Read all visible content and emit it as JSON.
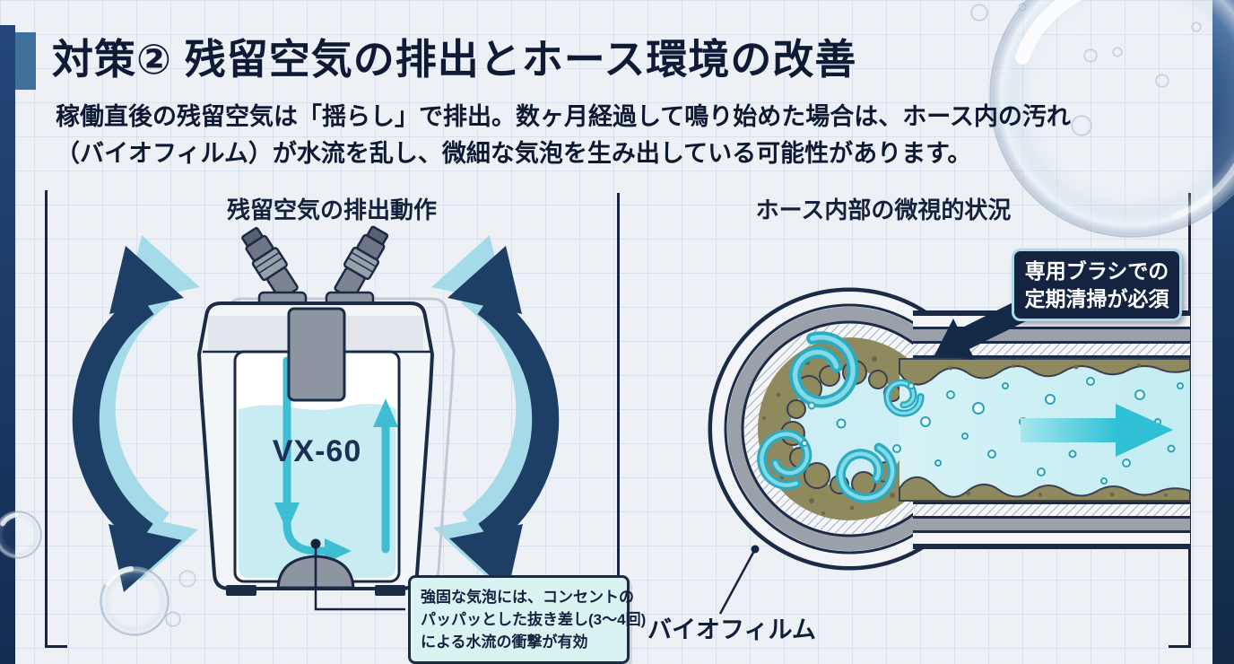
{
  "page": {
    "title": "対策② 残留空気の排出とホース環境の改善",
    "subtitle_line1": "稼働直後の残留空気は「揺らし」で排出。数ヶ月経過して鳴り始めた場合は、ホース内の汚れ",
    "subtitle_line2": "（バイオフィルム）が水流を乱し、微細な気泡を生み出している可能性があります。"
  },
  "left_panel": {
    "heading": "残留空気の排出動作",
    "device_label": "VX-60",
    "callout": {
      "line1": "強固な気泡には、コンセントの",
      "line2": "パッパッとした抜き差し(3〜4回)",
      "line3": "による水流の衝撃が有効"
    }
  },
  "right_panel": {
    "heading": "ホース内部の微視的状況",
    "callout": {
      "line1": "専用ブラシでの",
      "line2": "定期清掃が必須"
    },
    "biofilm_label": "バイオフィルム"
  },
  "colors": {
    "accent_navy": "#1b2b45",
    "edge_bar_navy": "#132c52",
    "accent_light_blue": "#40719c",
    "water_cyan": "#c7ecf2",
    "flow_teal": "#2fc0d6",
    "biofilm_olive": "#8f8a5e",
    "callout_dark_bg": "#132340",
    "callout_light_bg": "#d9f3f3",
    "callout_border_cyan": "#a9dce8"
  }
}
